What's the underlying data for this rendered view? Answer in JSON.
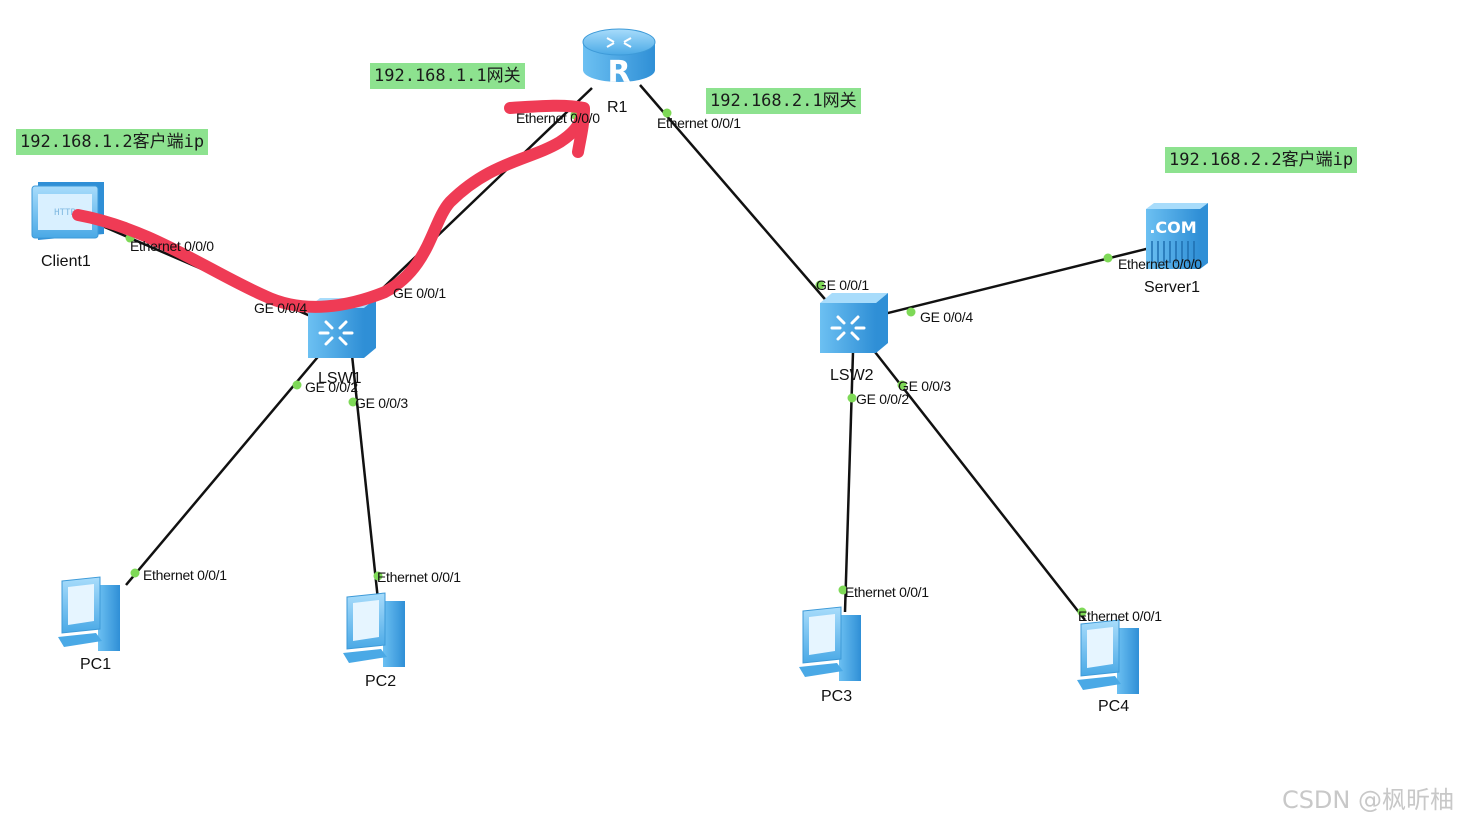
{
  "annotations": {
    "r1_left_gateway": "192.168.1.1网关",
    "r1_right_gateway": "192.168.2.1网关",
    "client_ip": "192.168.1.2客户端ip",
    "server_ip": "192.168.2.2客户端ip"
  },
  "devices": {
    "r1": "R1",
    "lsw1": "LSW1",
    "lsw2": "LSW2",
    "client1": "Client1",
    "server1": "Server1",
    "pc1": "PC1",
    "pc2": "PC2",
    "pc3": "PC3",
    "pc4": "PC4"
  },
  "ports": {
    "r1_e000": "Ethernet 0/0/0",
    "r1_e001": "Ethernet 0/0/1",
    "client_e000": "Ethernet 0/0/0",
    "lsw1_ge001": "GE 0/0/1",
    "lsw1_ge002": "GE 0/0/2",
    "lsw1_ge003": "GE 0/0/3",
    "lsw1_ge004": "GE 0/0/4",
    "lsw2_ge001": "GE 0/0/1",
    "lsw2_ge002": "GE 0/0/2",
    "lsw2_ge003": "GE 0/0/3",
    "lsw2_ge004": "GE 0/0/4",
    "server_e000": "Ethernet 0/0/0",
    "pc1_e001": "Ethernet 0/0/1",
    "pc2_e001": "Ethernet 0/0/1",
    "pc3_e001": "Ethernet 0/0/1",
    "pc4_e001": "Ethernet 0/0/1"
  },
  "icons": {
    "router": "router-icon",
    "switch": "switch-icon",
    "pc": "pc-icon",
    "client": "http-client-icon",
    "server": "com-server-icon"
  },
  "colors": {
    "link": "#111111",
    "port_dot": "#7ed957",
    "note_bg": "#8de28f",
    "arrow": "#ef3b55",
    "device_blue": "#5bb7ee"
  },
  "client_icon_text": "HTTP",
  "server_icon_text": ".COM",
  "watermark": "CSDN @枫昕柚"
}
